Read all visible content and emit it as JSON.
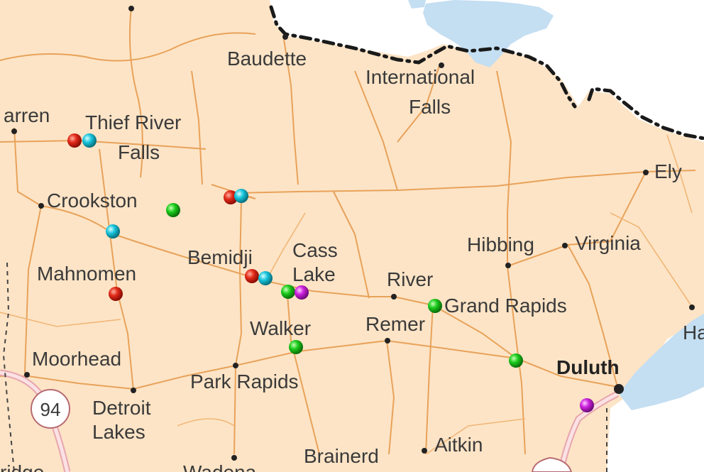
{
  "map": {
    "land_color": "#fde4c6",
    "water_color": "#c4def2",
    "outside_color": "#ffffff",
    "road_color": "#e8a25a",
    "towns": [
      {
        "id": "baudette",
        "label": "Baudette"
      },
      {
        "id": "international-falls-1",
        "label": "International"
      },
      {
        "id": "international-falls-2",
        "label": "Falls"
      },
      {
        "id": "warren",
        "label": "arren"
      },
      {
        "id": "thief-river-1",
        "label": "Thief River"
      },
      {
        "id": "thief-river-2",
        "label": "Falls"
      },
      {
        "id": "ely",
        "label": "Ely"
      },
      {
        "id": "crookston",
        "label": "Crookston"
      },
      {
        "id": "hibbing",
        "label": "Hibbing"
      },
      {
        "id": "virginia",
        "label": "Virginia"
      },
      {
        "id": "cass-1",
        "label": "Cass"
      },
      {
        "id": "cass-2",
        "label": "Lake"
      },
      {
        "id": "bemidji",
        "label": "Bemidji"
      },
      {
        "id": "mahnomen",
        "label": "Mahnomen"
      },
      {
        "id": "river",
        "label": "River"
      },
      {
        "id": "grand-rapids",
        "label": "Grand Rapids"
      },
      {
        "id": "remer",
        "label": "Remer"
      },
      {
        "id": "walker",
        "label": "Walker"
      },
      {
        "id": "moorhead",
        "label": "Moorhead"
      },
      {
        "id": "duluth",
        "label": "Duluth"
      },
      {
        "id": "park-rapids",
        "label": "Park Rapids"
      },
      {
        "id": "detroit-1",
        "label": "Detroit"
      },
      {
        "id": "detroit-2",
        "label": "Lakes"
      },
      {
        "id": "brainerd",
        "label": "Brainerd"
      },
      {
        "id": "aitkin",
        "label": "Aitkin"
      },
      {
        "id": "ridge",
        "label": "ridge"
      },
      {
        "id": "wadena",
        "label": "Wadena"
      },
      {
        "id": "ha",
        "label": "Ha"
      }
    ],
    "shield": {
      "label": "94"
    },
    "markers": [
      {
        "color": "red"
      },
      {
        "color": "cyan"
      },
      {
        "color": "red"
      },
      {
        "color": "cyan"
      },
      {
        "color": "green"
      },
      {
        "color": "cyan"
      },
      {
        "color": "red"
      },
      {
        "color": "cyan"
      },
      {
        "color": "red"
      },
      {
        "color": "green"
      },
      {
        "color": "magenta"
      },
      {
        "color": "green"
      },
      {
        "color": "green"
      },
      {
        "color": "green"
      },
      {
        "color": "magenta"
      }
    ]
  }
}
